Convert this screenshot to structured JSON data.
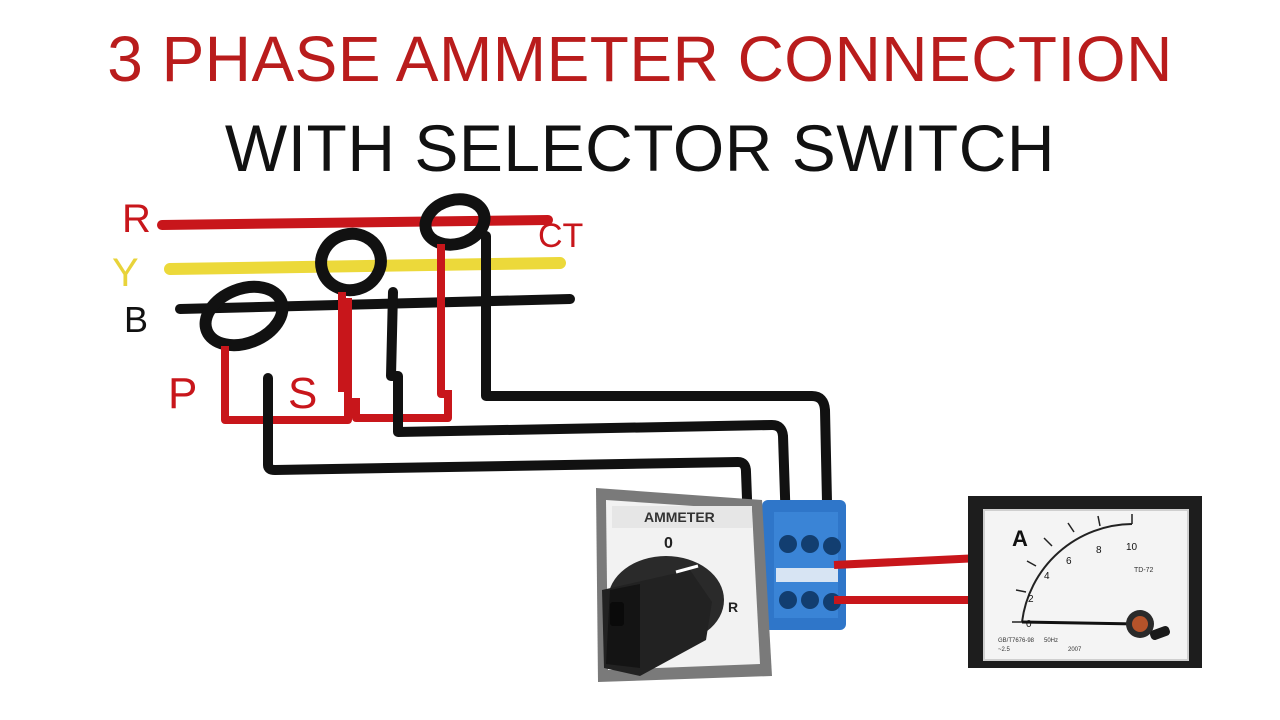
{
  "title": {
    "line1": "3 PHASE AMMETER CONNECTION",
    "line2": "WITH SELECTOR SWITCH"
  },
  "phases": {
    "r_label": "R",
    "y_label": "Y",
    "b_label": "B"
  },
  "ct_label": "CT",
  "primary_label": "P",
  "secondary_label": "S",
  "selector_switch": {
    "name_plate": "AMMETER",
    "position_zero": "0",
    "position_r": "R"
  },
  "ammeter": {
    "unit_symbol": "A",
    "scale_marks": [
      "0",
      "2",
      "4",
      "6",
      "8",
      "10"
    ],
    "model_text": "TD-72",
    "standard_text": "GB/T7676-98",
    "frequency_text": "50Hz",
    "accuracy_text": "~2.5",
    "year_text": "2007"
  },
  "colors": {
    "title_red": "#b91c1c",
    "title_black": "#111111",
    "r_phase": "#c8161b",
    "y_phase": "#ecd93a",
    "b_phase": "#111111",
    "label_red": "#c8161b",
    "label_yellow": "#e8d33a",
    "switch_blue": "#2f76c9"
  }
}
